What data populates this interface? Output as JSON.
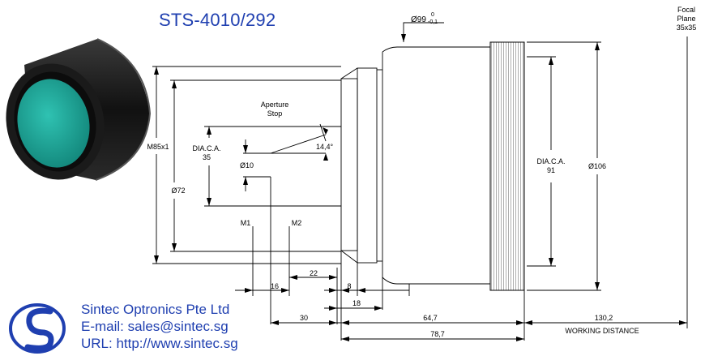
{
  "title": "STS-4010/292",
  "company": {
    "name": "Sintec Optronics Pte Ltd",
    "email": "E-mail: sales@sintec.sg",
    "url": "URL: http://www.sintec.sg"
  },
  "labels": {
    "focal_1": "Focal",
    "focal_2": "Plane",
    "focal_3": "35x35",
    "dia_top": "Ø99",
    "dia_top_tol_upper": "0",
    "dia_top_tol_lower": "-0,1",
    "aperture_1": "Aperture",
    "aperture_2": "Stop",
    "dia_ca_left_1": "DIA.C.A.",
    "dia_ca_left_2": "35",
    "angle": "14,4°",
    "dia_10": "Ø10",
    "thread": "M85x1",
    "dia_72": "Ø72",
    "m1": "M1",
    "m2": "M2",
    "dia_ca_right_1": "DIA.C.A.",
    "dia_ca_right_2": "91",
    "dia_106": "Ø106",
    "dim_22": "22",
    "dim_16": "16",
    "dim_8": "8",
    "dim_18": "18",
    "dim_30": "30",
    "dim_64_7": "64,7",
    "dim_130_2": "130,2",
    "dim_78_7": "78,7",
    "working_distance": "WORKING DISTANCE"
  },
  "colors": {
    "brand_blue": "#1f3fb0",
    "lens_teal": "#1fa89a",
    "body_black": "#1a1a1a"
  }
}
